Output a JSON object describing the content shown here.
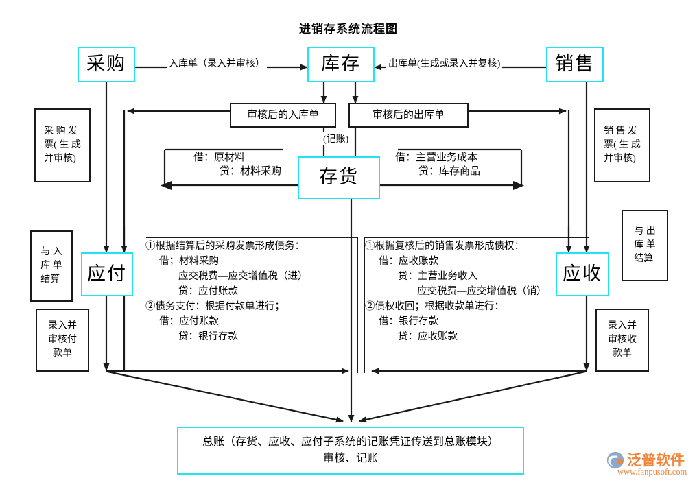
{
  "title": "进销存系统流程图",
  "nodes": {
    "purchase": "采购",
    "inventory_top": "库存",
    "sales": "销售",
    "stock": "存货",
    "payable": "应付",
    "receivable": "应收",
    "approved_in": "审核后的入库单",
    "approved_out": "审核后的出库单"
  },
  "edge_labels": {
    "in_order": "入库单（录入并审核）",
    "out_order": "出库单(生成或录入并复核)",
    "bookkeeping": "(记账)"
  },
  "side_boxes": {
    "purchase_invoice": [
      "采 购 发",
      "票( 生 成",
      "并审核)"
    ],
    "sales_invoice": [
      "销 售 发",
      "票( 生 成",
      "并审核)"
    ],
    "settle_in": [
      "与   入",
      "库   单",
      "结算"
    ],
    "settle_out": [
      "与   出",
      "库   单",
      "结算"
    ],
    "payment_slip": [
      "录入并",
      "审核付",
      "款单"
    ],
    "receipt_slip": [
      "录入并",
      "审核收",
      "款单"
    ]
  },
  "entries": {
    "left": [
      "借：原材料",
      "贷：材料采购"
    ],
    "right": [
      "借：主营业务成本",
      "贷：库存商品"
    ]
  },
  "journals": {
    "payable": [
      "①根据结算后的采购发票形成债务：",
      "借；材料采购",
      "应交税费—应交增值税（进）",
      "贷：应付账款",
      "②债务支付：根据付款单进行；",
      "借：应付账款",
      "贷：银行存款"
    ],
    "payable_indent": [
      0,
      1,
      2,
      2,
      0,
      1,
      2
    ],
    "receivable": [
      "①根据复核后的销售发票形成债权：",
      "借：应收账款",
      "贷：主营业务收入",
      "应交税费—应交增值税（销）",
      "②债权收回；根据收款单进行：",
      "借：银行存款",
      "贷：应收账款"
    ],
    "receivable_indent": [
      0,
      1,
      2,
      3,
      0,
      1,
      2
    ]
  },
  "ledger": {
    "line1": "总账（存货、应收、应付子系统的记账凭证传送到总账模块）",
    "line2": "审核、记账"
  },
  "logo": {
    "name": "泛普软件",
    "url": "www.fanpusoft.com"
  },
  "colors": {
    "cyan": "#22E3F0",
    "line": "#1a1a1a",
    "logo_orange": "#F0863C",
    "logo_blue": "#8FA7C9"
  }
}
